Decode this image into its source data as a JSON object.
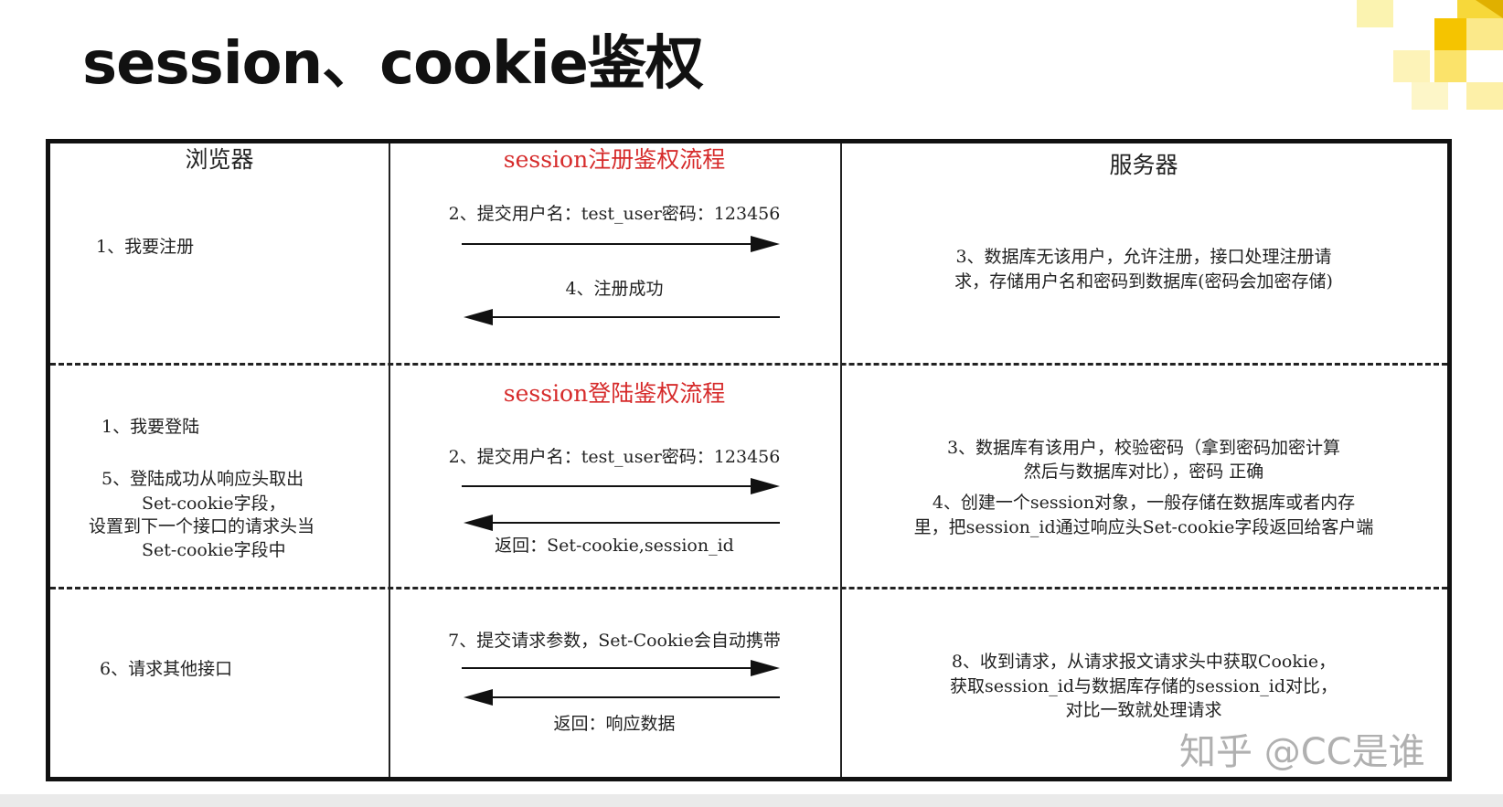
{
  "title": "session、cookie鉴权",
  "columns": {
    "browser": "浏览器",
    "server": "服务器"
  },
  "register": {
    "flow_title": "session注册鉴权流程",
    "browser_step": "1、我要注册",
    "request": "2、提交用户名：test_user密码：123456",
    "response": "4、注册成功",
    "server_line1": "3、数据库无该用户，允许注册，接口处理注册请",
    "server_line2": "求，存储用户名和密码到数据库(密码会加密存储)"
  },
  "login": {
    "flow_title": "session登陆鉴权流程",
    "browser_step1": "1、我要登陆",
    "browser_step5_line1": "5、登陆成功从响应头取出",
    "browser_step5_line2": "Set-cookie字段，",
    "browser_step5_line3": "设置到下一个接口的请求头当",
    "browser_step5_line4": "Set-cookie字段中",
    "request": "2、提交用户名：test_user密码：123456",
    "response": "返回：Set-cookie,session_id",
    "server_step3_line1": "3、数据库有该用户，校验密码（拿到密码加密计算",
    "server_step3_line2": "然后与数据库对比），密码 正确",
    "server_step4_line1": "4、创建一个session对象，一般存储在数据库或者内存",
    "server_step4_line2": "里，把session_id通过响应头Set-cookie字段返回给客户端"
  },
  "other": {
    "browser_step": "6、请求其他接口",
    "request": "7、提交请求参数，Set-Cookie会自动携带",
    "response": "返回：响应数据",
    "server_line1": "8、收到请求，从请求报文请求头中获取Cookie，",
    "server_line2": "获取session_id与数据库存储的session_id对比，",
    "server_line3": "对比一致就处理请求"
  },
  "watermark": "知乎 @CC是谁",
  "colors": {
    "flow_title": "#d62b2b",
    "border": "#111111",
    "accent": "#f5d020"
  }
}
